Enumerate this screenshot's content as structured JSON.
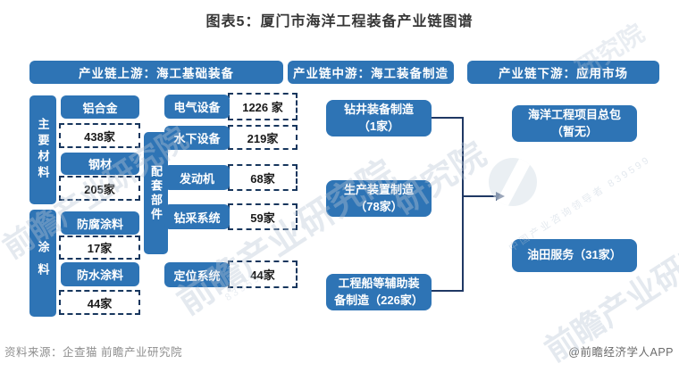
{
  "title": "图表5：厦门市海洋工程装备产业链图谱",
  "chain": {
    "upstream_header": "产业链上游：海工基础装备",
    "midstream_header": "产业链中游：海工装备制造",
    "downstream_header": "产业链下游：应用市场"
  },
  "materials": {
    "group1": "主要材料",
    "group2": "涂料",
    "items": [
      {
        "name": "铝合金",
        "count": "438家"
      },
      {
        "name": "钢材",
        "count": "205家"
      },
      {
        "name": "防腐涂料",
        "count": "17家"
      },
      {
        "name": "防水涂料",
        "count": "44家"
      }
    ]
  },
  "components": {
    "group": "配套部件",
    "items": [
      {
        "name": "电气设备",
        "count": "1226 家"
      },
      {
        "name": "水下设备",
        "count": "219家"
      },
      {
        "name": "发动机",
        "count": "68家"
      },
      {
        "name": "钻采系统",
        "count": "59家"
      },
      {
        "name": "定位系统",
        "count": "44家"
      }
    ]
  },
  "midstream": {
    "boxes": [
      {
        "line1": "钻井装备制造",
        "line2": "（1家）"
      },
      {
        "line1": "生产装置制造",
        "line2": "（78家）"
      },
      {
        "line1": "工程船等辅助装",
        "line2": "备制造（226家）"
      }
    ]
  },
  "downstream": {
    "boxes": [
      {
        "line1": "海洋工程项目总包",
        "line2": "（暂无）"
      },
      {
        "line1": "油田服务（31家）",
        "line2": ""
      }
    ]
  },
  "footer": {
    "source": "资料来源：企查猫 前瞻产业研究院",
    "credit": "@前瞻经济学人APP"
  },
  "watermark": {
    "brand": "前瞻产业研究院",
    "partial": "研究院",
    "slogan": "中国产业咨询领导者",
    "digits": "839599"
  },
  "colors": {
    "primary_blue": "#2e74b5",
    "dashed_border": "#17365d",
    "connector_line": "#1f3864"
  }
}
